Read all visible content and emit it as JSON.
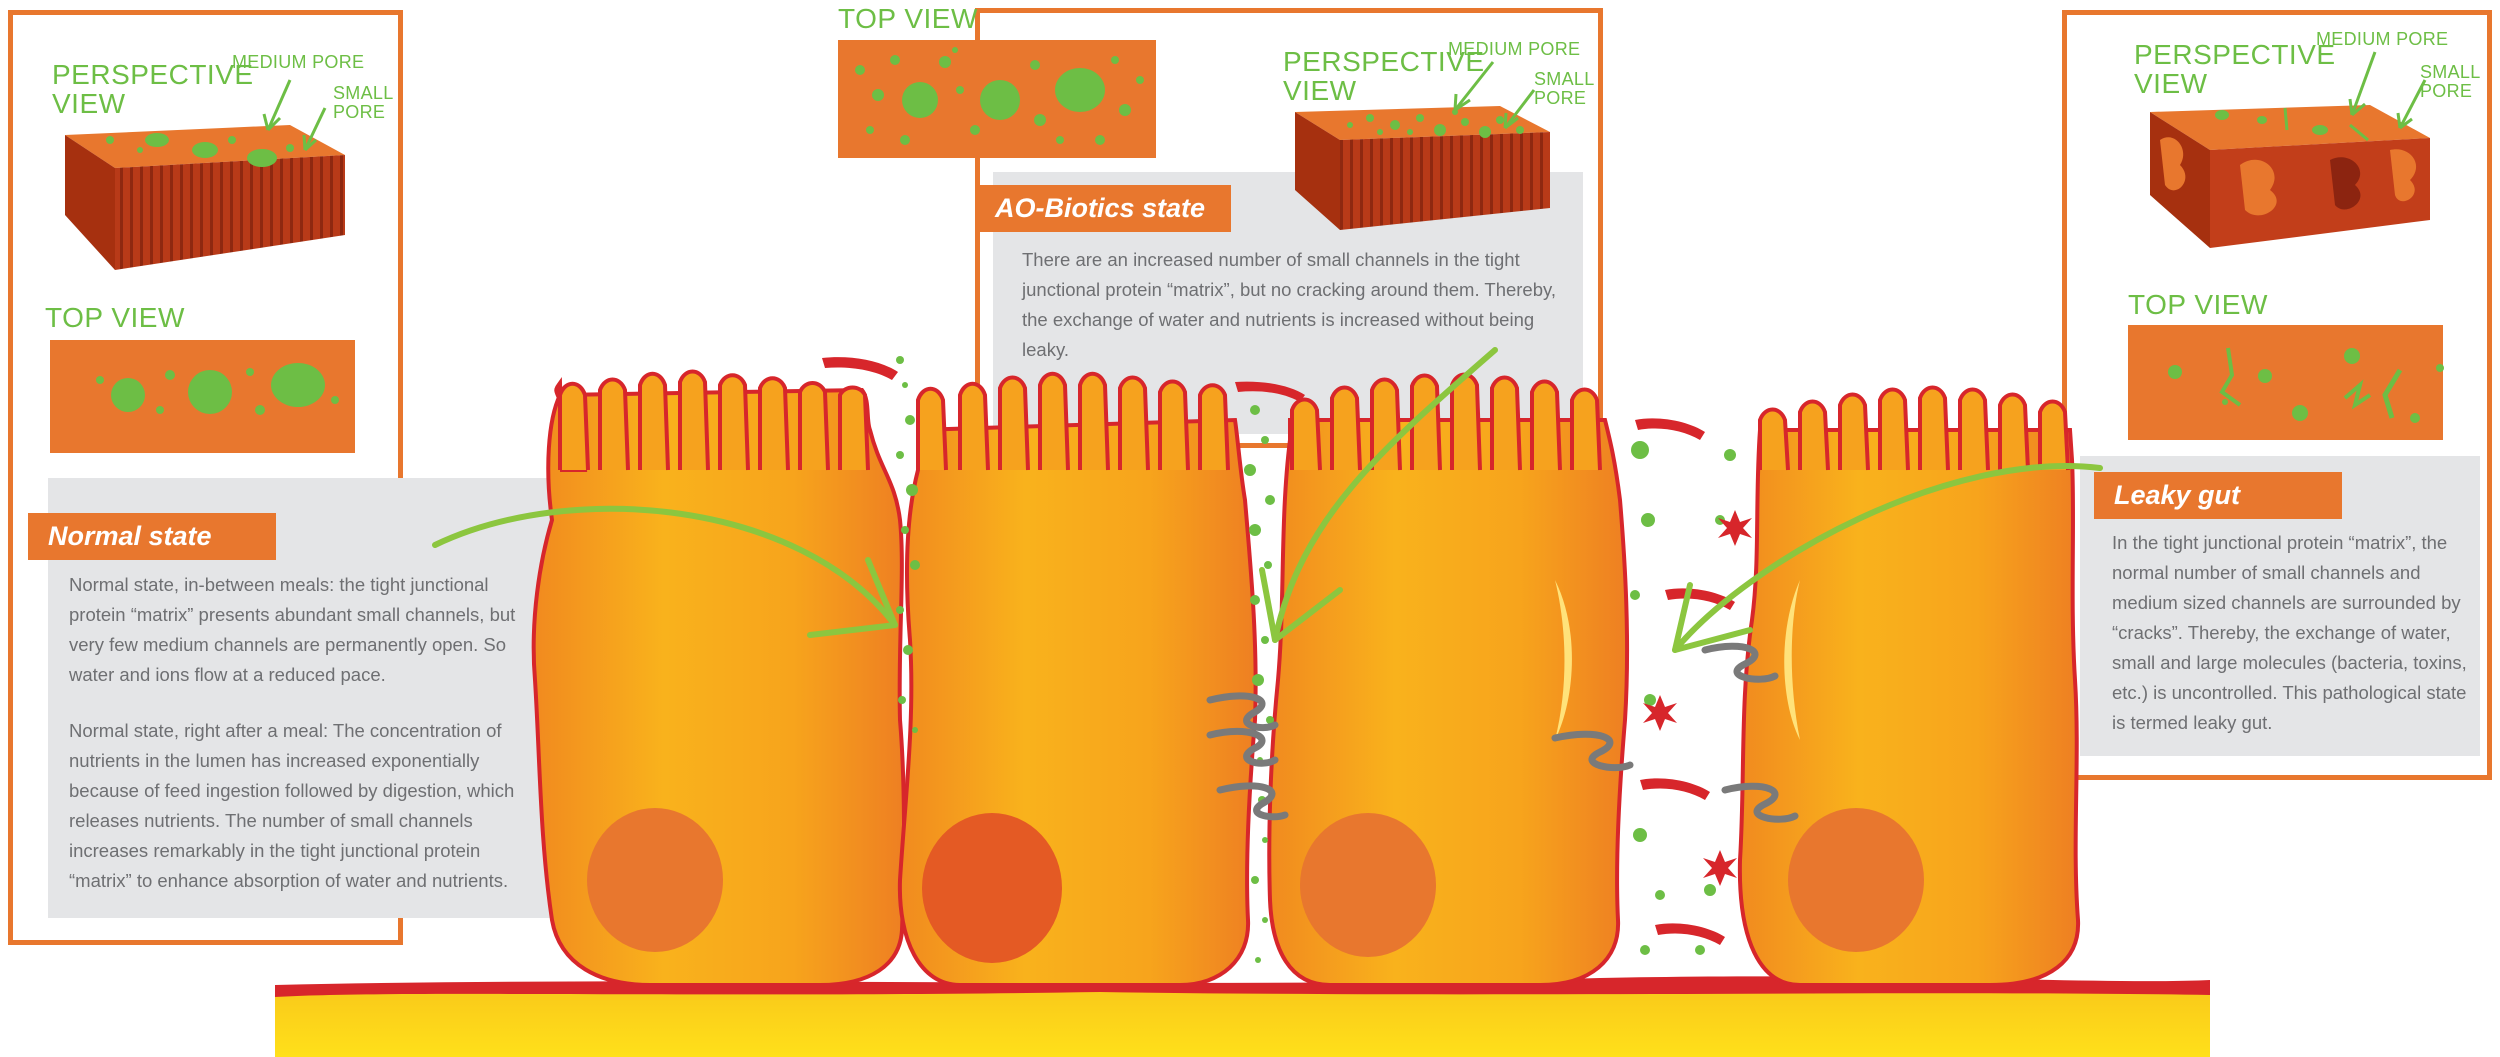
{
  "normal": {
    "perspective_label": "PERSPECTIVE\nVIEW",
    "medium_pore": "MEDIUM PORE",
    "small_pore": "SMALL\nPORE",
    "top_view": "TOP VIEW",
    "state_title": "Normal state",
    "paragraph1": "Normal state, in-between meals: the tight junctional protein “matrix” presents abundant small channels, but very few medium channels are permanently open. So water and ions flow at a reduced pace.",
    "paragraph2": "Normal state, right after a meal: The concentration of nutrients in the lumen has increased exponentially because of feed ingestion followed by digestion, which releases nutrients. The number of small channels increases remarkably in the tight junctional protein “matrix” to enhance absorption of water and nutrients."
  },
  "aobiotics": {
    "top_view": "TOP VIEW",
    "perspective_label": "PERSPECTIVE\nVIEW",
    "medium_pore": "MEDIUM PORE",
    "small_pore": "SMALL\nPORE",
    "state_title": "AO-Biotics state",
    "paragraph": "There are an increased number of small channels in the tight junctional protein “matrix”, but no cracking around them. Thereby, the exchange of water and nutrients is increased without being leaky."
  },
  "leaky": {
    "perspective_label": "PERSPECTIVE\nVIEW",
    "medium_pore": "MEDIUM PORE",
    "small_pore": "SMALL\nPORE",
    "top_view": "TOP VIEW",
    "state_title": "Leaky gut",
    "paragraph": "In the tight junctional protein “matrix”, the normal number of small channels and medium sized channels are surrounded by “cracks”. Thereby, the exchange of water, small and large molecules (bacteria, toxins, etc.) is uncontrolled. This pathological state is termed leaky gut."
  },
  "colors": {
    "orange": "#E8772E",
    "green": "#6DBE45",
    "cell": "#F6A21E",
    "cell_outline": "#D7262B",
    "nucleus": "#E8772E",
    "gray_panel": "#E4E5E7",
    "text_gray": "#6e6f72"
  }
}
